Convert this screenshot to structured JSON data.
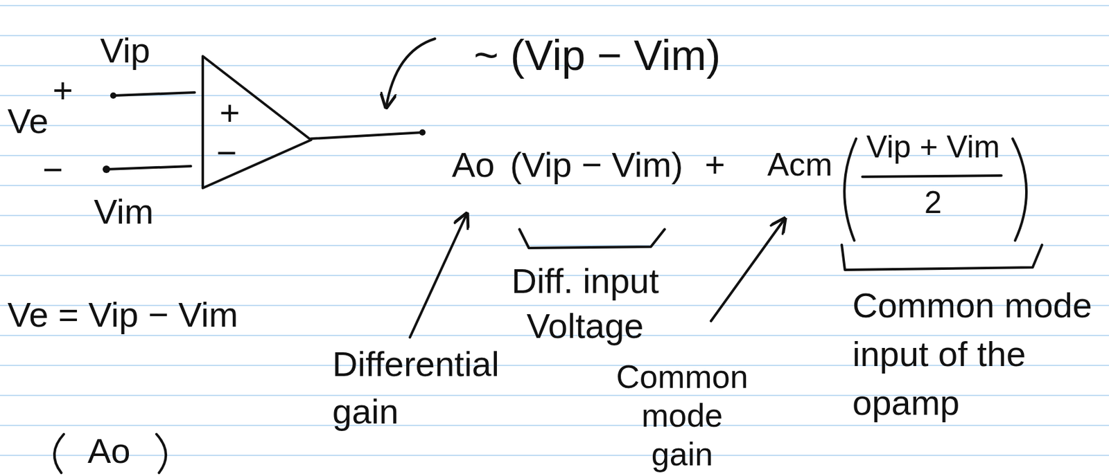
{
  "diagram": {
    "nodes": [
      {
        "text": [
          "+",
          "−"
        ]
      }
    ],
    "labels": [
      "Vip",
      "+",
      "Ve",
      "−",
      "Vim",
      "~ (Vip − Vim)",
      "Ao",
      "(Vip − Vim)",
      "+",
      "Acm",
      "Vip + Vim",
      "2",
      "Diff. input Voltage",
      "Differential gain",
      "Common mode gain",
      "Common mode input of the opamp",
      "Ve = Vip − Vim",
      "Ao"
    ]
  }
}
